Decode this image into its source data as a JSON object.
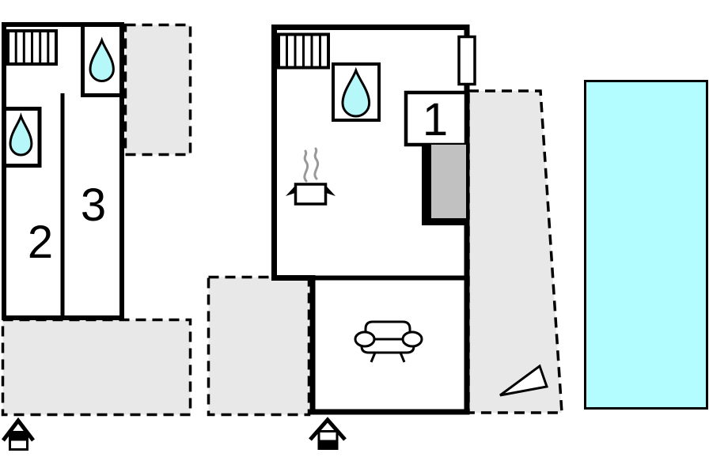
{
  "floor_plan": {
    "rooms": [
      {
        "label": "1"
      },
      {
        "label": "2"
      },
      {
        "label": "3"
      }
    ],
    "colors": {
      "wall": "#000000",
      "water_drop": "#b6f7fa",
      "pool": "#b3fcff",
      "terrace": "#e8e8e8",
      "closet": "#c1c1c1",
      "steam": "#999999",
      "background": "#ffffff"
    },
    "icons": {
      "stairs": "stairs-icon",
      "water_drop": "water-drop-icon",
      "stove": "stove-icon",
      "sofa": "sofa-icon",
      "entrance_upper_unit": "entrance-house-upper-icon",
      "entrance_lower_unit": "entrance-house-lower-icon",
      "view_direction": "view-direction-triangle-icon",
      "pool": "swimming-pool"
    }
  }
}
